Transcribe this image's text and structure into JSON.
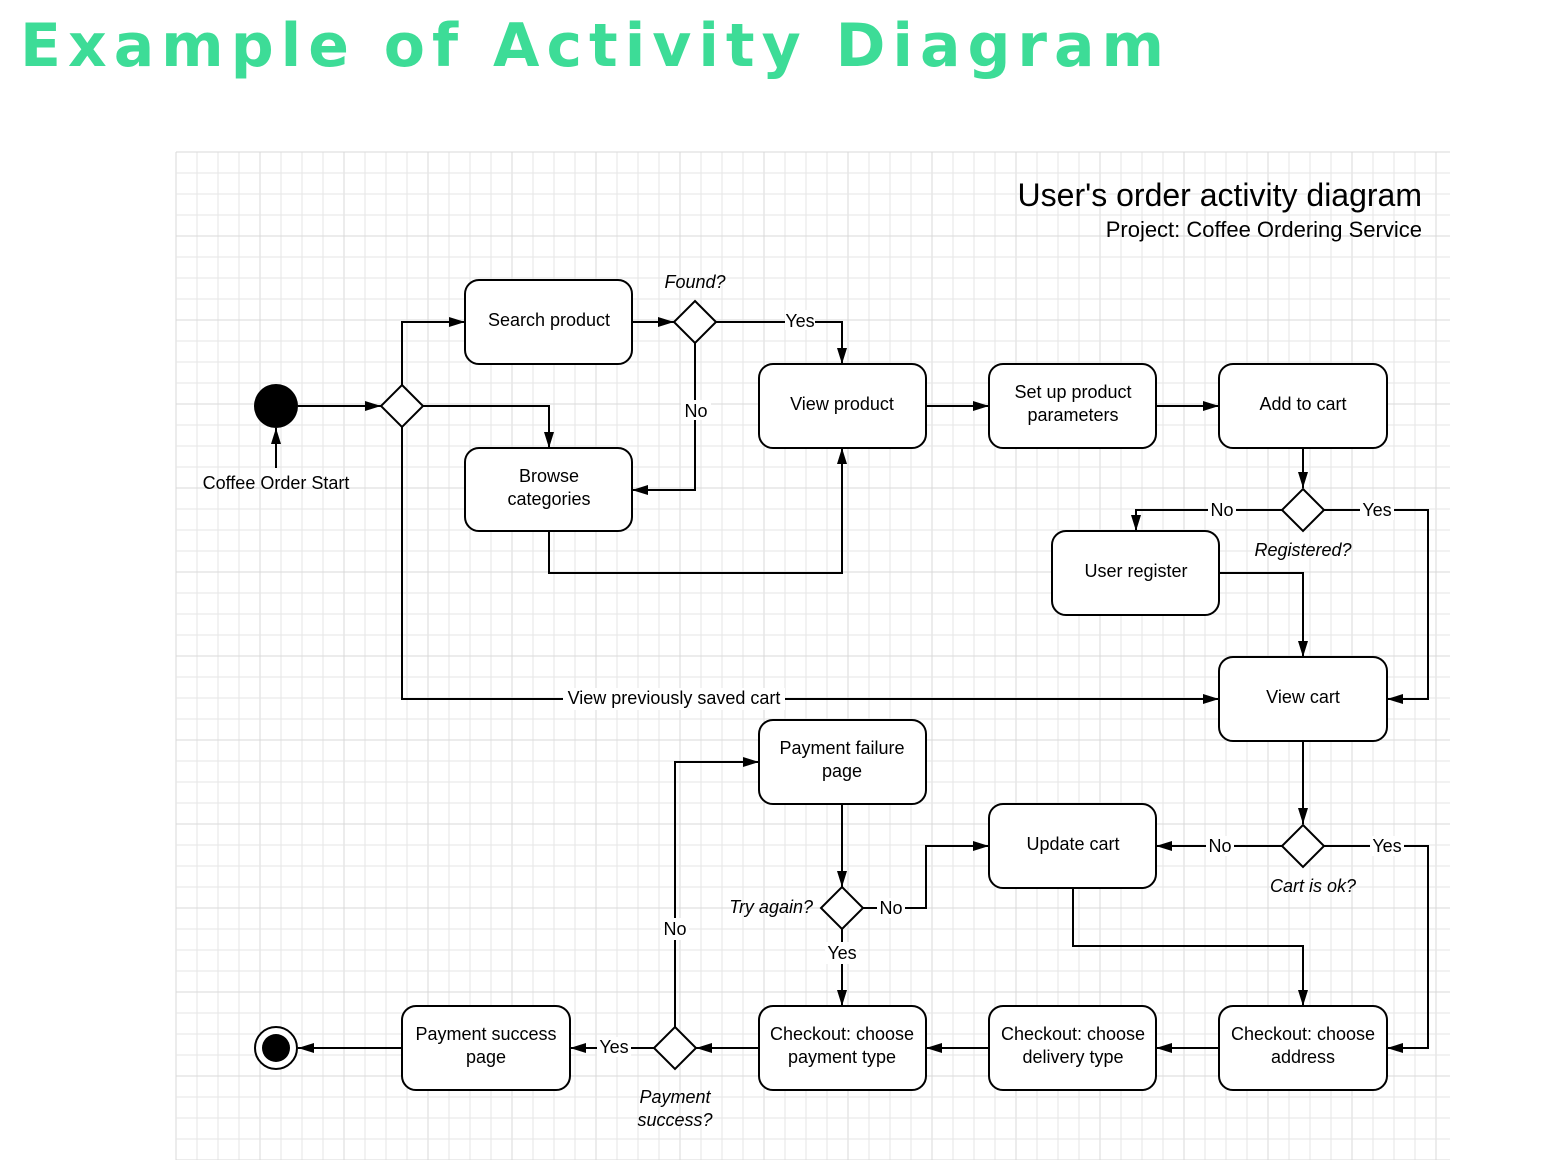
{
  "page_title": "Example of Activity Diagram",
  "colors": {
    "title": "#3ddc97",
    "stroke": "#000000",
    "grid": "#e6e6e6"
  },
  "diagram": {
    "title": "User's order activity diagram",
    "subtitle": "Project: Coffee Ordering Service",
    "start_label": "Coffee Order Start",
    "nodes": {
      "search": [
        "Search product"
      ],
      "browse": [
        "Browse",
        "categories"
      ],
      "view_product": [
        "View product"
      ],
      "setup": [
        "Set up product",
        "parameters"
      ],
      "add_cart": [
        "Add to cart"
      ],
      "user_register": [
        "User register"
      ],
      "view_cart": [
        "View cart"
      ],
      "pay_fail": [
        "Payment failure",
        "page"
      ],
      "update_cart": [
        "Update cart"
      ],
      "pay_success": [
        "Payment success",
        "page"
      ],
      "checkout_payment": [
        "Checkout: choose",
        "payment type"
      ],
      "checkout_delivery": [
        "Checkout: choose",
        "delivery type"
      ],
      "checkout_address": [
        "Checkout: choose",
        "address"
      ]
    },
    "questions": {
      "found": "Found?",
      "registered": "Registered?",
      "cart_ok": "Cart is ok?",
      "try_again": "Try again?",
      "payment_success": [
        "Payment",
        "success?"
      ]
    },
    "edge_labels": {
      "found_yes": "Yes",
      "found_no": "No",
      "reg_no": "No",
      "reg_yes": "Yes",
      "saved_cart": "View previously saved cart",
      "cart_no": "No",
      "cart_yes": "Yes",
      "try_no": "No",
      "try_yes": "Yes",
      "pay_no": "No",
      "pay_yes": "Yes"
    }
  }
}
